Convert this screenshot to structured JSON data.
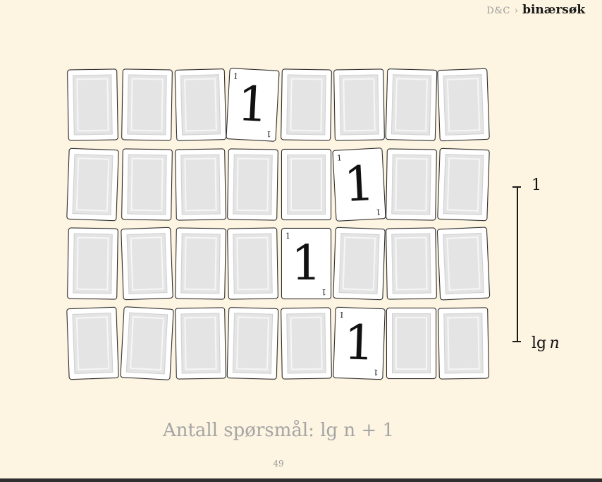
{
  "breadcrumb": {
    "parent": "D&C",
    "separator": "›",
    "current": "binærsøk"
  },
  "cards": {
    "face_value": "1",
    "rows": [
      [
        0,
        0,
        0,
        1,
        0,
        0,
        0,
        0
      ],
      [
        0,
        0,
        0,
        0,
        0,
        1,
        0,
        0
      ],
      [
        0,
        0,
        0,
        0,
        1,
        0,
        0,
        0
      ],
      [
        0,
        0,
        0,
        0,
        0,
        1,
        0,
        0
      ]
    ]
  },
  "bracket": {
    "top_label": "1",
    "bottom_label_prefix": "lg",
    "bottom_label_var": "n"
  },
  "summary": "Antall spørsmål:  lg n + 1",
  "page_number": "49"
}
